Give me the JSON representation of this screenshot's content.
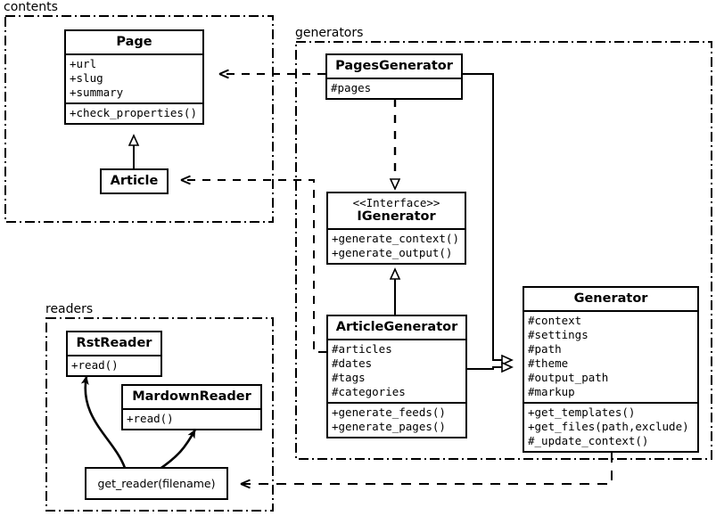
{
  "diagram": {
    "type": "uml-class-diagram",
    "packages": [
      {
        "id": "contents",
        "label": "contents"
      },
      {
        "id": "generators",
        "label": "generators"
      },
      {
        "id": "readers",
        "label": "readers"
      }
    ]
  },
  "classes": {
    "page": {
      "name": "Page",
      "attributes": [
        "+url",
        "+slug",
        "+summary"
      ],
      "operations": [
        "+check_properties()"
      ]
    },
    "article": {
      "name": "Article",
      "attributes": [],
      "operations": []
    },
    "pages_generator": {
      "name": "PagesGenerator",
      "attributes": [
        "#pages"
      ],
      "operations": []
    },
    "igenerator": {
      "stereotype": "<<Interface>>",
      "name": "IGenerator",
      "attributes": [],
      "operations": [
        "+generate_context()",
        "+generate_output()"
      ]
    },
    "article_generator": {
      "name": "ArticleGenerator",
      "attributes": [
        "#articles",
        "#dates",
        "#tags",
        "#categories"
      ],
      "operations": [
        "+generate_feeds()",
        "+generate_pages()"
      ]
    },
    "generator": {
      "name": "Generator",
      "attributes": [
        "#context",
        "#settings",
        "#path",
        "#theme",
        "#output_path",
        "#markup"
      ],
      "operations": [
        "+get_templates()",
        "+get_files(path,exclude)",
        "#_update_context()"
      ]
    },
    "rst_reader": {
      "name": "RstReader",
      "attributes": [],
      "operations": [
        "+read()"
      ]
    },
    "markdown_reader": {
      "name": "MardownReader",
      "attributes": [],
      "operations": [
        "+read()"
      ]
    },
    "get_reader": {
      "name": "get_reader(filename)"
    }
  },
  "relations": [
    {
      "from": "article",
      "to": "page",
      "kind": "generalization"
    },
    {
      "from": "pages_generator",
      "to": "igenerator",
      "kind": "realization"
    },
    {
      "from": "article_generator",
      "to": "igenerator",
      "kind": "generalization"
    },
    {
      "from": "pages_generator",
      "to": "generator",
      "kind": "generalization"
    },
    {
      "from": "article_generator",
      "to": "generator",
      "kind": "generalization"
    },
    {
      "from": "pages_generator",
      "to": "page",
      "kind": "dependency"
    },
    {
      "from": "article_generator",
      "to": "article",
      "kind": "dependency"
    },
    {
      "from": "generator",
      "to": "get_reader",
      "kind": "dependency"
    },
    {
      "from": "get_reader",
      "to": "rst_reader",
      "kind": "usage"
    },
    {
      "from": "get_reader",
      "to": "markdown_reader",
      "kind": "usage"
    }
  ],
  "colors": {
    "stroke": "#000000",
    "background": "#ffffff"
  }
}
